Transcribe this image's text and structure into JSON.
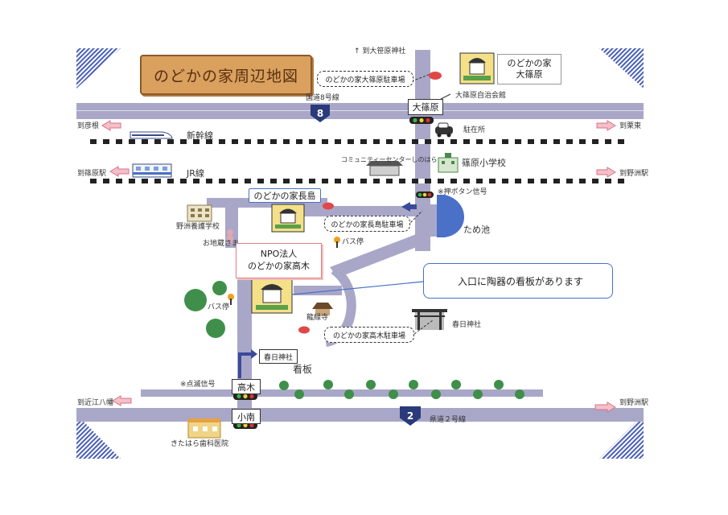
{
  "title": "のどかの家周辺地図",
  "places": {
    "oosasa_home_line1": "のどかの家",
    "oosasa_home_line2": "大篠原",
    "oosasa_parking": "のどかの家大篠原駐車場",
    "oosasa_hall": "大篠原自治会館",
    "nagashima_home": "のどかの家長島",
    "nagashima_parking": "のどかの家長島駐車場",
    "takagi_line1": "NPO法人",
    "takagi_line2": "のどかの家高木",
    "takagi_parking": "のどかの家高木駐車場",
    "community_center": "コミュニティーセンターしのはら",
    "police_box": "駐在所",
    "school": "篠原小学校",
    "pond": "ため池",
    "yogo_school": "野洲養護学校",
    "jizo": "お地蔵さま",
    "bus_stop_1": "バス停",
    "bus_stop_2": "バス停",
    "temple": "龍緑寺",
    "shrine": "春日神社",
    "shrine_sign": "春日神社",
    "signboard": "看板",
    "dental": "きたはら歯科医院",
    "push_signal": "※押ボタン信号",
    "blink_signal": "※点滅信号",
    "to_oosasahara_shrine": "↑ 到大笹原神社"
  },
  "callout": {
    "text": "入口に陶器の看板があります"
  },
  "roads": {
    "route8_label": "国道8号線",
    "route8_number": "8",
    "pref2_label": "県道２号線",
    "pref2_number": "2",
    "shinkansen": "新幹線",
    "jr": "JR線"
  },
  "intersections": {
    "oosasahara": "大篠原",
    "takagi": "高木",
    "kominami": "小南"
  },
  "directions": {
    "to_hikone": "到彦根",
    "to_ritto_higashi": "到栗東",
    "to_shinohara_sta": "到篠原駅",
    "to_yasu_sta_top": "到野洲駅",
    "to_omi_hachiman": "到近江八幡",
    "to_yasu_sta": "到野洲駅"
  },
  "colors": {
    "road": "#a9a7c8",
    "road_edge": "#8d8bb0",
    "corner": "#4a5fb8",
    "accent_blue": "#4a70c8",
    "pond": "#4a70c8",
    "tree": "#3f8f4a",
    "title_bg": "#d9a05e"
  }
}
